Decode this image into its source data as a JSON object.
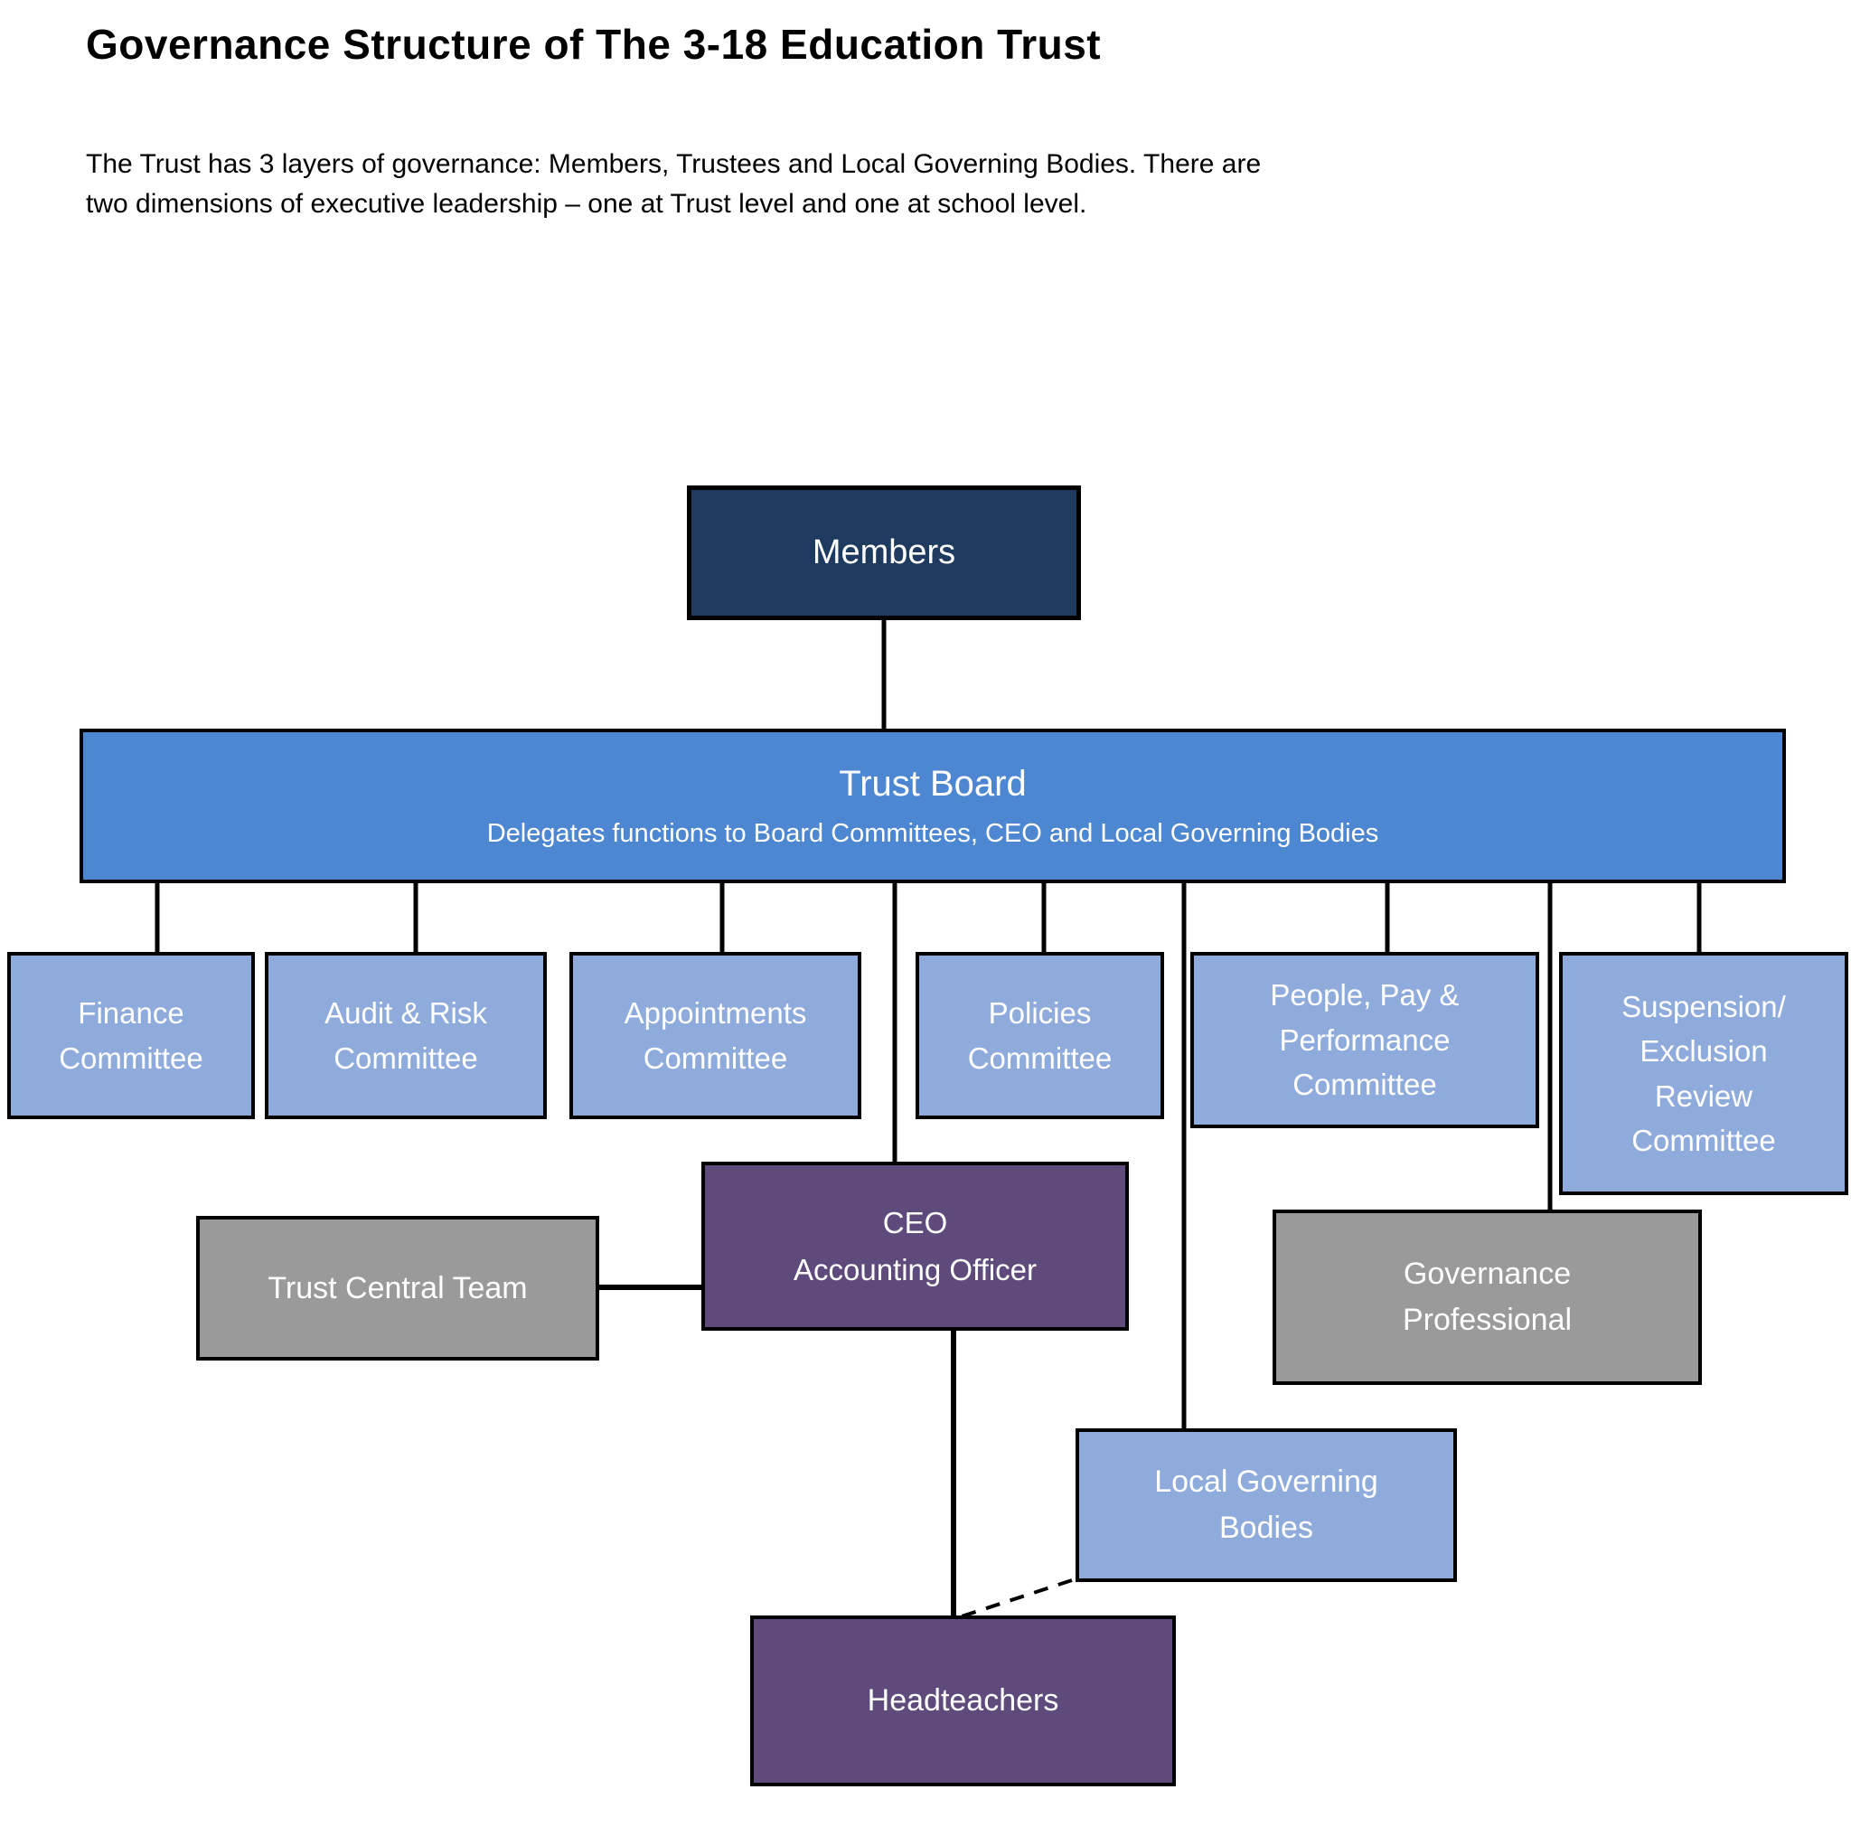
{
  "page": {
    "title": "Governance Structure of The 3-18 Education Trust",
    "description": "The Trust has 3 layers of governance: Members, Trustees and Local Governing Bodies. There are\ntwo dimensions of executive leadership – one at Trust level and one at school level."
  },
  "colors": {
    "navy": "#1F3A5F",
    "blue": "#4D86D1",
    "light_blue": "#8FABDC",
    "purple": "#5E4B7C",
    "gray": "#9A9A9A",
    "line": "#000000"
  },
  "nodes": {
    "members": {
      "label": "Members"
    },
    "trust_board": {
      "label": "Trust Board",
      "sublabel": "Delegates functions to Board Committees, CEO and Local Governing Bodies"
    },
    "finance": {
      "label": "Finance\nCommittee"
    },
    "audit_risk": {
      "label": "Audit & Risk\nCommittee"
    },
    "appointments": {
      "label": "Appointments\nCommittee"
    },
    "policies": {
      "label": "Policies\nCommittee"
    },
    "people_pay_performance": {
      "label": "People, Pay &\nPerformance\nCommittee"
    },
    "suspension_exclusion": {
      "label": "Suspension/\nExclusion\nReview\nCommittee"
    },
    "ceo": {
      "label": "CEO",
      "sublabel": "Accounting Officer"
    },
    "trust_central_team": {
      "label": "Trust Central Team"
    },
    "governance_professional": {
      "label": "Governance\nProfessional"
    },
    "local_governing_bodies": {
      "label": "Local Governing\nBodies"
    },
    "headteachers": {
      "label": "Headteachers"
    }
  }
}
